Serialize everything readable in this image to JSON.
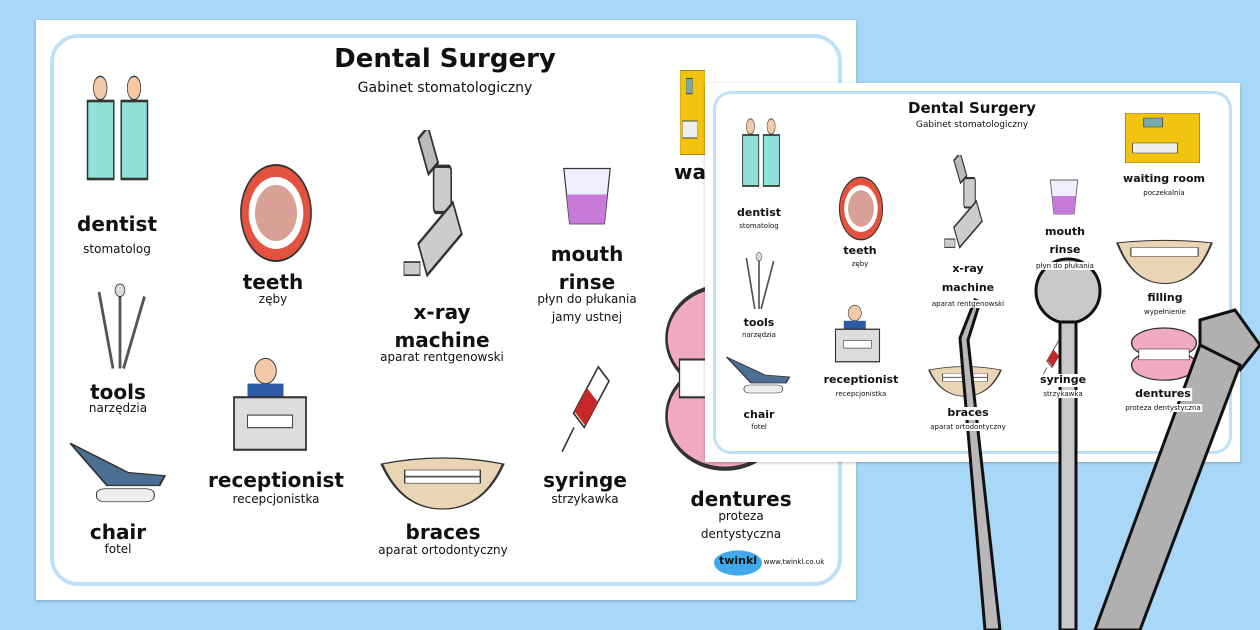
{
  "big_sheet": {
    "title": "Dental Surgery",
    "subtitle": "Gabinet stomatologiczny",
    "items": [
      {
        "word": "dentist",
        "translation": "stomatolog"
      },
      {
        "word": "teeth",
        "translation": "zęby"
      },
      {
        "word": "x-ray",
        "word2": "machine",
        "translation": "aparat rentgenowski"
      },
      {
        "word": "mouth",
        "word2": "rinse",
        "translation": "płyn do płukania",
        "translation2": "jamy ustnej"
      },
      {
        "word": "wa"
      },
      {
        "word": "tools",
        "translation": "narzędzia"
      },
      {
        "word": "receptionist",
        "translation": "recepcjonistka"
      },
      {
        "word": "chair",
        "translation": "fotel"
      },
      {
        "word": "braces",
        "translation": "aparat ortodontyczny"
      },
      {
        "word": "syringe",
        "translation": "strzykawka"
      },
      {
        "word": "dentures",
        "translation": "proteza",
        "translation2": "dentystyczna"
      }
    ],
    "logo": "twinkl",
    "website": "www.twinkl.co.uk"
  },
  "small_sheet": {
    "title": "Dental Surgery",
    "subtitle": "Gabinet stomatologiczny",
    "items": [
      {
        "word": "dentist",
        "translation": "stomatolog"
      },
      {
        "word": "teeth",
        "translation": "zęby"
      },
      {
        "word": "x-ray",
        "word2": "machine",
        "translation": "aparat rentgenowski"
      },
      {
        "word": "mouth",
        "word2": "rinse",
        "translation": "płyn do płukania"
      },
      {
        "word": "waiting room",
        "translation": "poczekalnia"
      },
      {
        "word": "tools",
        "translation": "narzędzia"
      },
      {
        "word": "receptionist",
        "translation": "recepcjonistka"
      },
      {
        "word": "filling",
        "translation": "wypełnienie"
      },
      {
        "word": "chair",
        "translation": "fotel"
      },
      {
        "word": "braces",
        "translation": "aparat ortodontyczny"
      },
      {
        "word": "syringe",
        "translation": "strzykawka"
      },
      {
        "word": "dentures",
        "translation": "proteza dentystyczna"
      }
    ]
  },
  "colors": {
    "background": "#a9d7f7",
    "frame": "#bfe1f8",
    "scrubs": "#8fe0d6",
    "gum": "#f2a9c4",
    "instrument": "#b8b8b8"
  }
}
